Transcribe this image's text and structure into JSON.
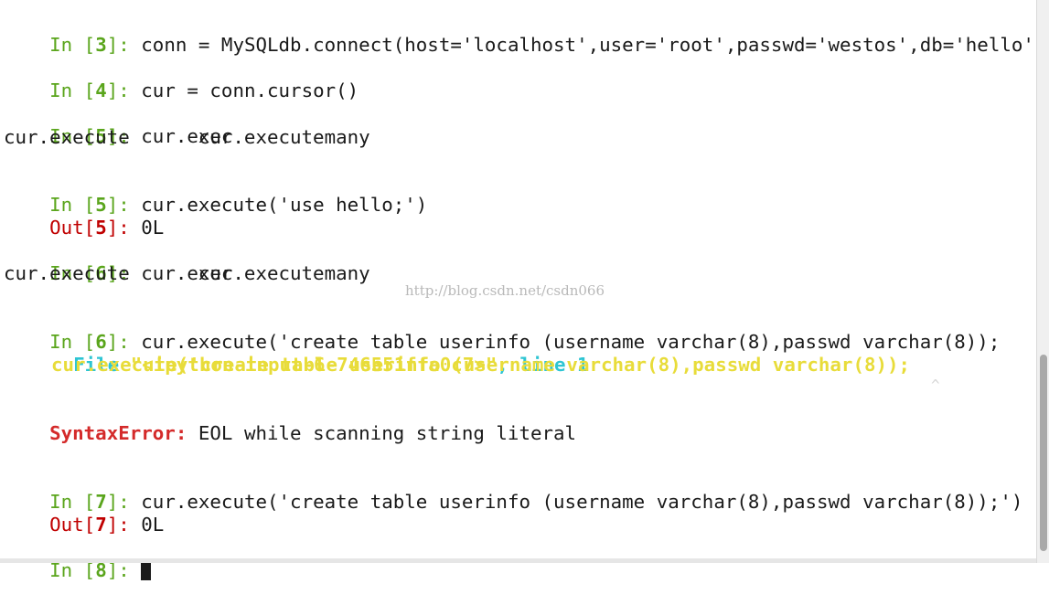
{
  "terminal": {
    "l1": {
      "prompt": "In [",
      "num": "3",
      "close": "]: ",
      "code": "conn = MySQLdb.connect(host='localhost',user='root',passwd='westos',db='hello')"
    },
    "l2": {
      "prompt": "In [",
      "num": "4",
      "close": "]: ",
      "code": "cur = conn.cursor()"
    },
    "l3": {
      "prompt": "In [",
      "num": "5",
      "close": "]: ",
      "code": "cur.exec"
    },
    "l3c": "cur.execute      cur.executemany",
    "l4": {
      "prompt": "In [",
      "num": "5",
      "close": "]: ",
      "code": "cur.execute('use hello;')"
    },
    "o4": {
      "prompt": "Out[",
      "num": "5",
      "close": "]: ",
      "code": "0L"
    },
    "l5": {
      "prompt": "In [",
      "num": "6",
      "close": "]: ",
      "code": "cur.exec"
    },
    "l5c": "cur.execute      cur.executemany",
    "l6": {
      "prompt": "In [",
      "num": "6",
      "close": "]: ",
      "code": "cur.execute('create table userinfo (username varchar(8),passwd varchar(8));"
    },
    "tb_file": "File ",
    "tb_path": "\"<ipython-input-6-746551ffa0c7>\"",
    "tb_sep": ", ",
    "tb_line": "line 1",
    "tb_code": "cur.execute('create table userinfo (username varchar(8),passwd varchar(8));",
    "tb_caret": "^",
    "err_name": "SyntaxError:",
    "err_msg": " EOL while scanning string literal",
    "l7": {
      "prompt": "In [",
      "num": "7",
      "close": "]: ",
      "code": "cur.execute('create table userinfo (username varchar(8),passwd varchar(8));')"
    },
    "o7": {
      "prompt": "Out[",
      "num": "7",
      "close": "]: ",
      "code": "0L"
    },
    "l8": {
      "prompt": "In [",
      "num": "8",
      "close": "]: ",
      "code": ""
    }
  },
  "watermark": "http://blog.csdn.net/csdn066"
}
